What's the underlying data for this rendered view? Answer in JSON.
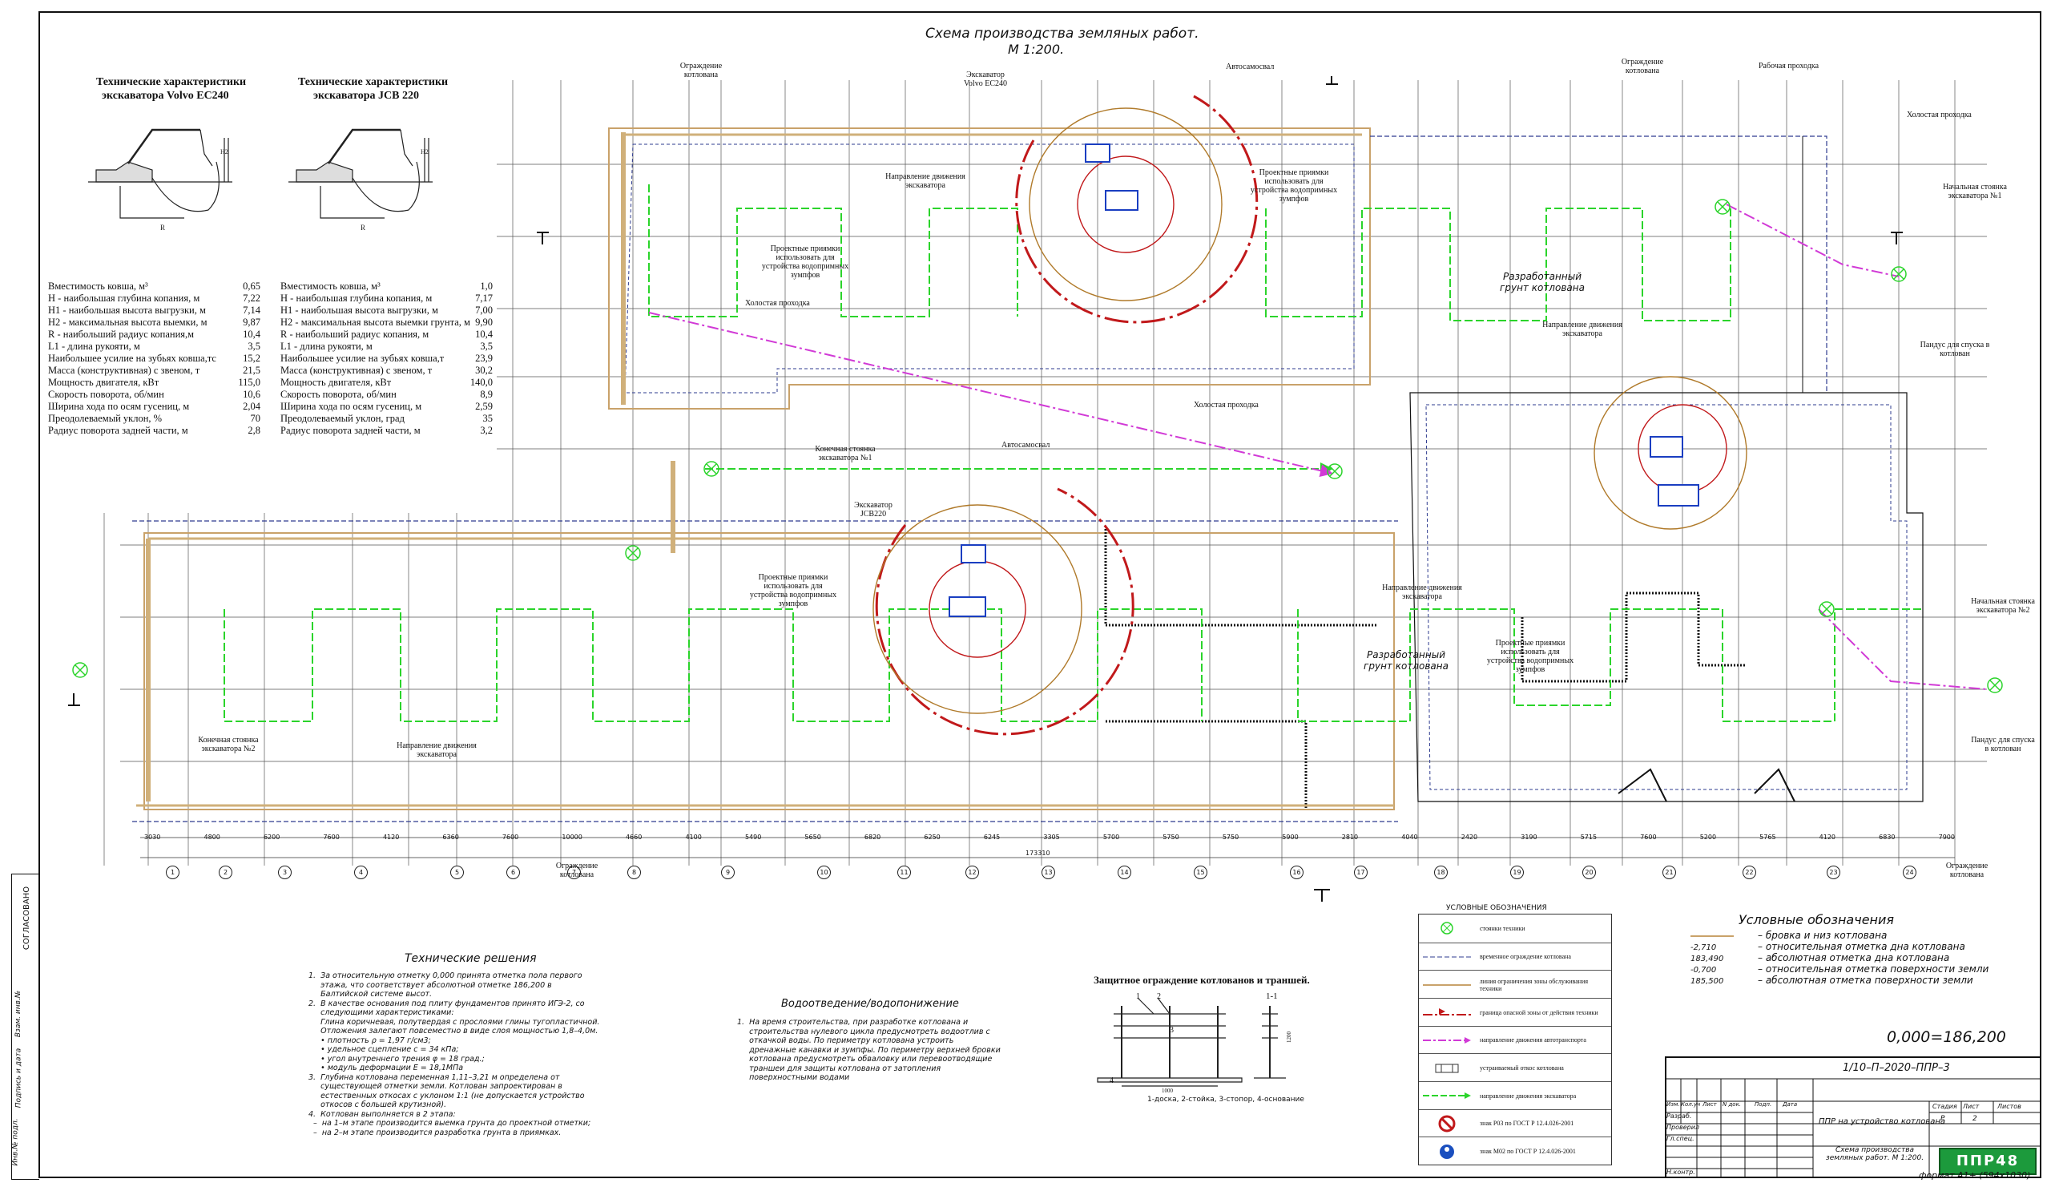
{
  "drawing": {
    "title": "Схема производства земляных работ.",
    "scale": "М 1:200."
  },
  "spec_volvo": {
    "title_line1": "Технические характеристики",
    "title_line2": "экскаватора Volvo EC240",
    "rows": [
      {
        "label": "Вместимость ковша, м³",
        "value": "0,65"
      },
      {
        "label": "Н - наибольшая глубина копания, м",
        "value": "7,22"
      },
      {
        "label": "Н1 - наибольшая высота выгрузки, м",
        "value": "7,14"
      },
      {
        "label": "Н2 - максимальная высота выемки, м",
        "value": "9,87"
      },
      {
        "label": "R - наибольший радиус копания,м",
        "value": "10,4"
      },
      {
        "label": "L1 - длина рукояти, м",
        "value": "3,5"
      },
      {
        "label": "Наибольшее усилие на зубьях ковша,тс",
        "value": "15,2"
      },
      {
        "label": "Масса (конструктивная) с звеном, т",
        "value": "21,5"
      },
      {
        "label": "Мощность двигателя, кВт",
        "value": "115,0"
      },
      {
        "label": "Скорость поворота, об/мин",
        "value": "10,6"
      },
      {
        "label": "Ширина хода по осям гусениц, м",
        "value": "2,04"
      },
      {
        "label": "Преодолеваемый уклон, %",
        "value": "70"
      },
      {
        "label": "Радиус поворота задней части, м",
        "value": "2,8"
      }
    ]
  },
  "spec_jcb": {
    "title_line1": "Технические характеристики",
    "title_line2": "экскаватора JCB 220",
    "rows": [
      {
        "label": "Вместимость ковша, м³",
        "value": "1,0"
      },
      {
        "label": "Н - наибольшая глубина копания, м",
        "value": "7,17"
      },
      {
        "label": "Н1 - наибольшая высота выгрузки, м",
        "value": "7,00"
      },
      {
        "label": "Н2 - максимальная высота выемки грунта, м",
        "value": "9,90"
      },
      {
        "label": "R - наибольший радиус копания, м",
        "value": "10,4"
      },
      {
        "label": "L1 - длина рукояти, м",
        "value": "3,5"
      },
      {
        "label": "Наибольшее усилие на зубьях ковша,т",
        "value": "23,9"
      },
      {
        "label": "Масса (конструктивная) с звеном, т",
        "value": "30,2"
      },
      {
        "label": "Мощность двигателя, кВт",
        "value": "140,0"
      },
      {
        "label": "Скорость поворота, об/мин",
        "value": "8,9"
      },
      {
        "label": "Ширина хода по осям гусениц, м",
        "value": "2,59"
      },
      {
        "label": "Преодолеваемый уклон, град",
        "value": "35"
      },
      {
        "label": "Радиус поворота задней части, м",
        "value": "3,2"
      }
    ]
  },
  "plan_labels": {
    "fence_1": "Ограждение котлована",
    "fence_2": "Ограждение котлована",
    "fence_3": "Ограждение котлована",
    "fence_4": "Ограждение котлована",
    "excavator_volvo": "Экскаватор Volvo EC240",
    "excavator_jcb": "Экскаватор JCB220",
    "truck_1": "Автосамосвал",
    "truck_2": "Автосамосвал",
    "work_pass": "Рабочая проходка",
    "idle_pass_1": "Холостая проходка",
    "idle_pass_2": "Холостая проходка",
    "idle_pass_3": "Холостая проходка",
    "direction_1": "Направление движения экскаватора",
    "direction_2": "Направление движения экскаватора",
    "direction_3": "Направление движения экскаватора",
    "direction_4": "Направление движения экскаватора",
    "pits_1": "Проектные приямки использовать для устройства водопримных зумпфов",
    "pits_2": "Проектные приямки использовать для устройства водопримных зумпфов",
    "pits_3": "Проектные приямки использовать для устройства водопримных зумпфов",
    "pits_4": "Проектные приямки использовать для устройства водопримных зумпфов",
    "soil_1": "Разработанный грунт котлована",
    "soil_2": "Разработанный грунт котлована",
    "start_1": "Начальная стоянка экскаватора №1",
    "start_2": "Начальная стоянка экскаватора №2",
    "end_1": "Конечная стоянка экскаватора №1",
    "end_2": "Конечная стоянка экскаватора №2",
    "ramp_1": "Пандус для спуска в котлован",
    "ramp_2": "Пандус для спуска в котлован",
    "total_dim": "173310"
  },
  "axis_dims": [
    "3030",
    "4800",
    "6200",
    "7600",
    "4120",
    "6360",
    "7600",
    "10000",
    "4660",
    "4100",
    "5490",
    "5650",
    "6820",
    "6250",
    "6245",
    "3305",
    "5700",
    "5750",
    "5750",
    "5900",
    "2810",
    "4040",
    "2420",
    "3190",
    "5715",
    "7600",
    "5200",
    "5765",
    "4120",
    "6830",
    "7900"
  ],
  "legend_small": {
    "title": "УСЛОВНЫЕ ОБОЗНАЧЕНИЯ",
    "rows": [
      "стоянки техники",
      "временное ограждение котлована",
      "линия ограничения зоны обслуживания техники",
      "граница опасной зоны от действия техники",
      "направление движения автотранспорта",
      "устраиваемый откос котлована",
      "направление движения экскаватора",
      "знак Р03 по ГОСТ Р 12.4.026-2001",
      "знак М02 по ГОСТ Р 12.4.026-2001"
    ]
  },
  "legend_main": {
    "title": "Условные обозначения",
    "rows": [
      {
        "sym": "",
        "text": "бровка и низ котлована"
      },
      {
        "sym": "-2,710",
        "text": "относительная отметка дна котлована"
      },
      {
        "sym": "183,490",
        "text": "абсолютная отметка дна котлована"
      },
      {
        "sym": "-0,700",
        "text": "относительная отметка поверхности земли"
      },
      {
        "sym": "185,500",
        "text": "абсолютная отметка поверхности земли"
      }
    ]
  },
  "zero_mark": "0,000=186,200",
  "tech_solutions": {
    "title": "Технические решения",
    "items": [
      "1.  За относительную отметку 0,000 принята отметка пола первого\n     этажа, что соответствует абсолютной отметке 186,200 в\n     Балтийской системе высот.",
      "2.  В качестве основания под плиту фундаментов принято ИГЭ-2, со\n     следующими характеристиками:\n     Глина коричневая, полутвердая с прослоями глины тугопластичной.\n     Отложения залегают повсеместно в виде слоя мощностью 1,8–4,0м.\n     • плотность ρ = 1,97 г/см3;\n     • удельное сцепление с = 34 кПа;\n     • угол внутреннего трения φ = 18 град.;\n     • модуль деформации Е = 18,1МПа",
      "3.  Глубина котлована переменная 1,11–3,21 м определена от\n     существующей отметки земли. Котлован запроектирован в\n     естественных откосах с уклоном 1:1 (не допускается устройство\n     откосов с большей крутизной).",
      "4.  Котлован выполняется в 2 этапа:\n  –  на 1–м этапе производится выемка грунта до проектной отметки;\n  –  на 2–м этапе производится разработка грунта в приямках."
    ]
  },
  "drainage": {
    "title": "Водоотведение/водопонижение",
    "text": "1.  На время строительства, при разработке котлована и\n     строительства нулевого цикла предусмотреть водоотлив с\n     откачкой воды. По периметру котлована устроить\n     дренажные канавки и зумпфы. По периметру верхней бровки\n     котлована предусмотреть обваловку или перевоотводящие\n     траншеи для защиты котлована от затопления\n     поверхностными водами"
  },
  "fence_detail": {
    "title": "Защитное ограждение котлованов и траншей.",
    "section": "1-1",
    "caption": "1-доска, 2-стойка, 3-стопор, 4-основание",
    "n1": "1",
    "n2": "2",
    "n3": "3",
    "n4": "4",
    "dim_1000": "1000",
    "dim_1200": "1200"
  },
  "side_stamps": [
    "Инв.№ подл.",
    "Подпись и дата",
    "Взам. инв.№",
    "СОГЛАСОВАНО"
  ],
  "title_block": {
    "code": "1/10–П–2020–ППР–3",
    "project": "ППР на устройство котлована",
    "sheet_name": "Схема производства земляных работ. М 1:200.",
    "stage_label": "Стадия",
    "stage": "Р",
    "sheet_label": "Лист",
    "sheet": "2",
    "sheets_label": "Листов",
    "sheets": "",
    "col_izm": "Изм.",
    "col_kol": "Кол.уч",
    "col_list": "Лист",
    "col_ndoc": "N док.",
    "col_podp": "Подп.",
    "col_data": "Дата",
    "razrab": "Разраб.",
    "proveril": "Проверил",
    "gip": "Гл.спец.",
    "nkontr": "Н.контр.",
    "logo": "ППР48",
    "format": "формат А1+ (594х1030)"
  }
}
